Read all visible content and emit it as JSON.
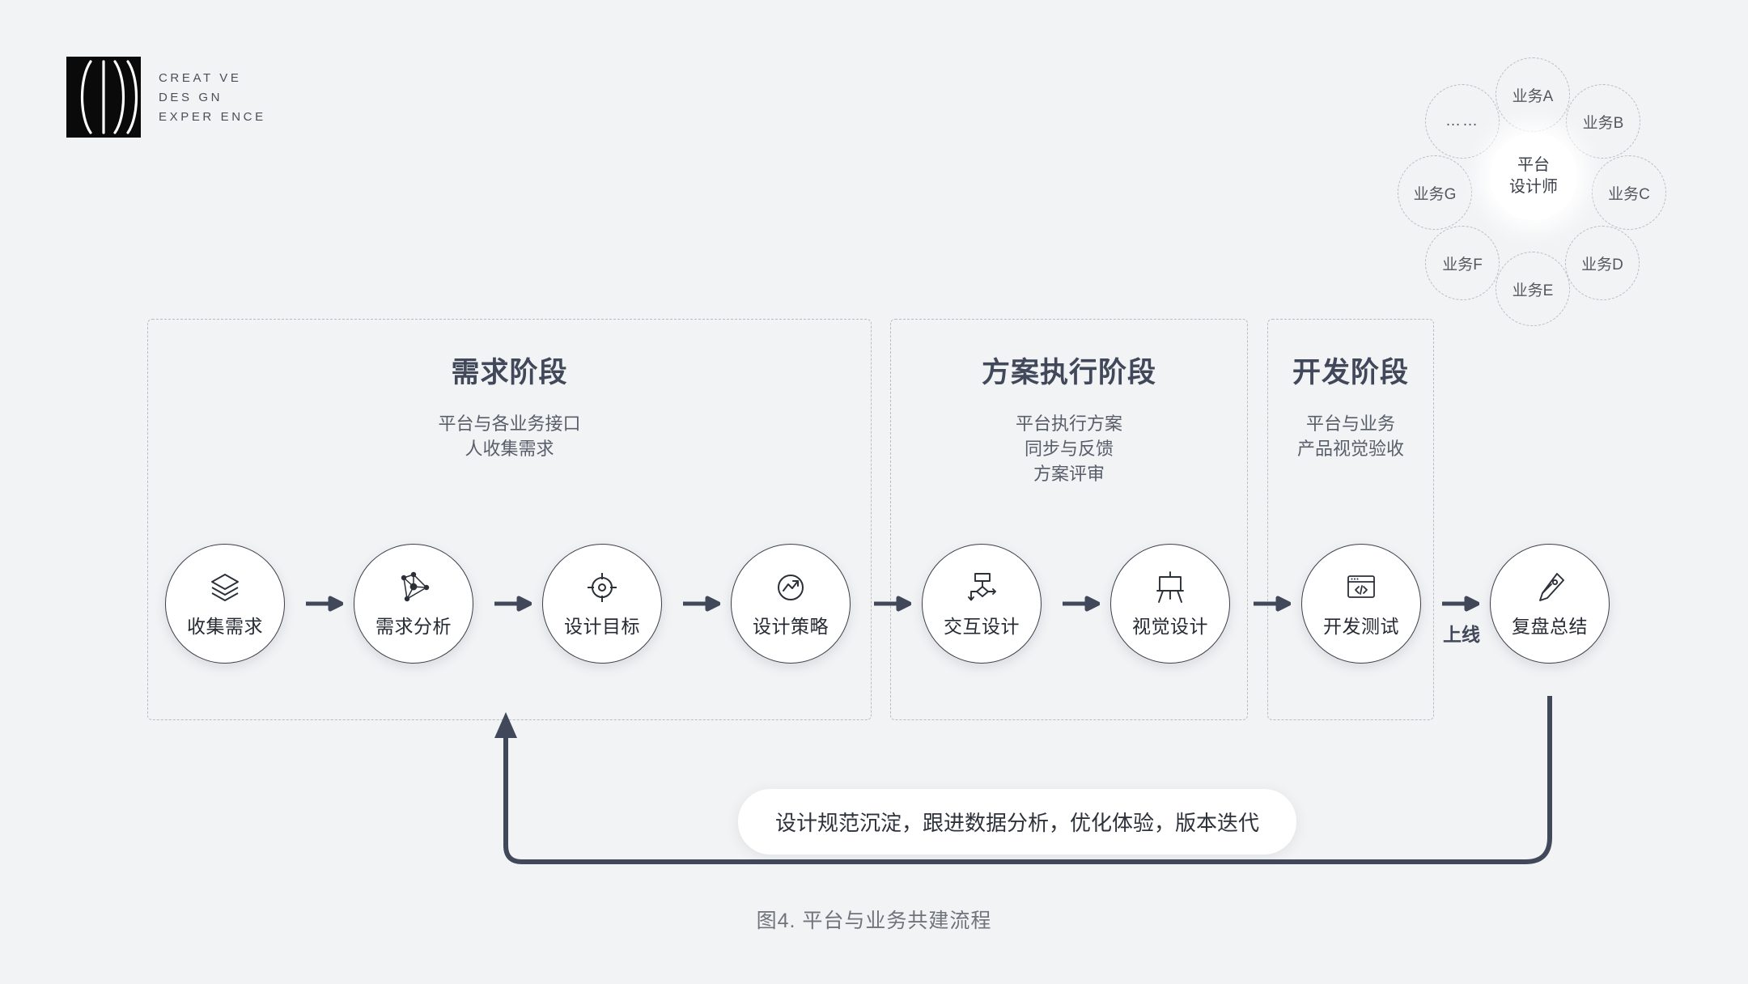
{
  "logo": {
    "lines": [
      "CREAT VE",
      "DES GN",
      "EXPER ENCE"
    ],
    "mark_name": "ixdc-logo-mark"
  },
  "cluster": {
    "center": {
      "line1": "平台",
      "line2": "设计师"
    },
    "nodes": [
      {
        "id": "a",
        "label": "业务A"
      },
      {
        "id": "b",
        "label": "业务B"
      },
      {
        "id": "c",
        "label": "业务C"
      },
      {
        "id": "d",
        "label": "业务D"
      },
      {
        "id": "e",
        "label": "业务E"
      },
      {
        "id": "f",
        "label": "业务F"
      },
      {
        "id": "g",
        "label": "业务G"
      },
      {
        "id": "dots",
        "label": "……"
      }
    ]
  },
  "phases": [
    {
      "title": "需求阶段",
      "sub_lines": [
        "平台与各业务接口",
        "人收集需求"
      ]
    },
    {
      "title": "方案执行阶段",
      "sub_lines": [
        "平台执行方案",
        "同步与反馈",
        "方案评审"
      ]
    },
    {
      "title": "开发阶段",
      "sub_lines": [
        "平台与业务",
        "产品视觉验收"
      ]
    }
  ],
  "steps": [
    {
      "label": "收集需求",
      "icon": "layers-icon"
    },
    {
      "label": "需求分析",
      "icon": "network-graph-icon"
    },
    {
      "label": "设计目标",
      "icon": "target-crosshair-icon"
    },
    {
      "label": "设计策略",
      "icon": "trend-chart-icon"
    },
    {
      "label": "交互设计",
      "icon": "flowchart-icon"
    },
    {
      "label": "视觉设计",
      "icon": "easel-icon"
    },
    {
      "label": "开发测试",
      "icon": "code-window-icon"
    },
    {
      "label": "复盘总结",
      "icon": "pen-nib-icon"
    }
  ],
  "uplink_label": "上线",
  "feedback": {
    "text": "设计规范沉淀，跟进数据分析，优化体验，版本迭代"
  },
  "caption": "图4. 平台与业务共建流程",
  "colors": {
    "background": "#f2f3f5",
    "dashed_border": "#b9bcc3",
    "stroke_dark": "#41485a",
    "circle_border": "#3c3f4a",
    "text_primary": "#262a33",
    "text_muted": "#6e737c",
    "white": "#ffffff"
  }
}
